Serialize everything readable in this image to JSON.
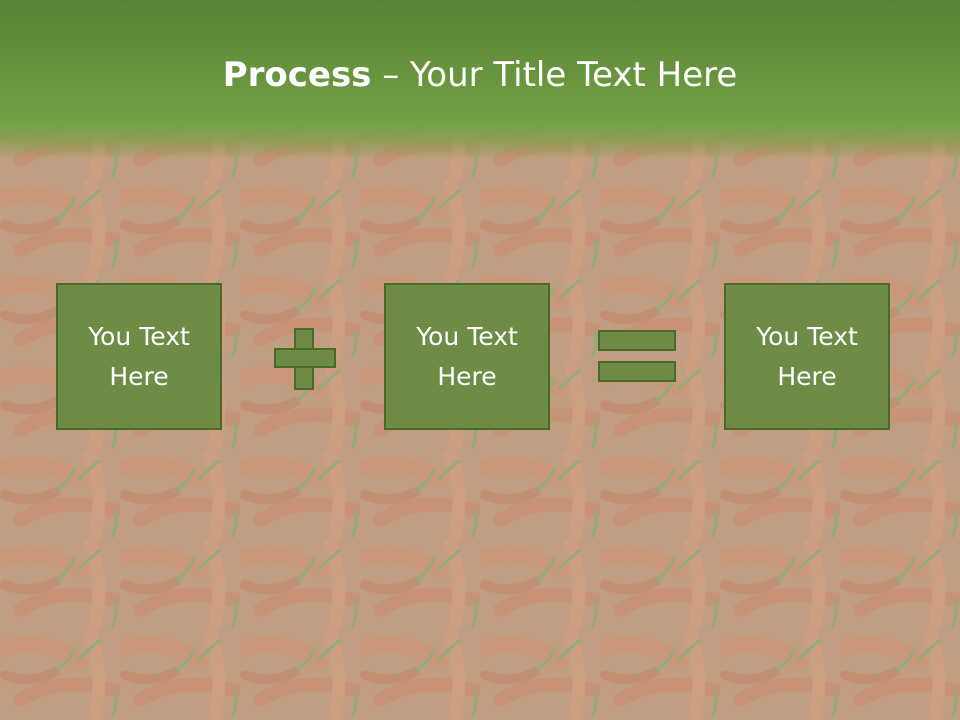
{
  "title": {
    "bold": "Process",
    "rest": " – Your Title Text Here"
  },
  "boxes": [
    {
      "text": "You Text\nHere"
    },
    {
      "text": "You Text\nHere"
    },
    {
      "text": "You Text\nHere"
    }
  ],
  "operators": [
    "plus-icon",
    "equals-icon"
  ],
  "colors": {
    "header": "#6b9740",
    "box_fill": "#6f8c46",
    "box_border": "#4a6a2a",
    "text": "#ffffff"
  }
}
